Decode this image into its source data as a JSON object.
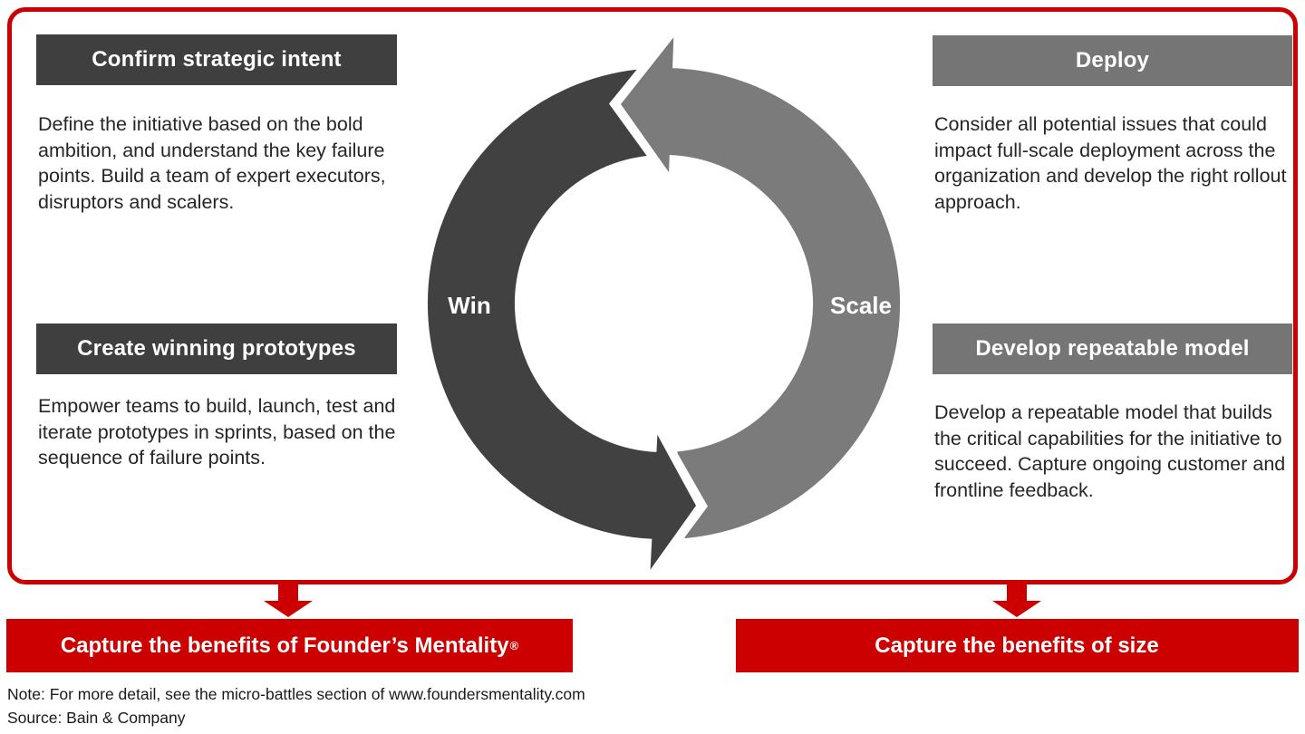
{
  "colors": {
    "red": "#cc0000",
    "bar_dark": "#3f3f3f",
    "bar_gray": "#757575",
    "arc_dark": "#414141",
    "arc_gray": "#7b7b7b",
    "body_text": "#262626"
  },
  "panels": {
    "left": [
      {
        "title": "Confirm strategic intent",
        "body": "Define the initiative based on the bold ambition, and understand the key failure points. Build a team of expert executors, disruptors and scalers."
      },
      {
        "title": "Create winning prototypes",
        "body": "Empower teams to build, launch, test and iterate prototypes in sprints, based on the sequence of failure points."
      }
    ],
    "right": [
      {
        "title": "Deploy",
        "body": "Consider all potential issues that could impact full-scale deployment across the organization and develop the right rollout approach."
      },
      {
        "title": "Develop repeatable model",
        "body": "Develop a repeatable model that builds the critical capabilities for the initiative to succeed. Capture ongoing customer and frontline feedback."
      }
    ]
  },
  "cycle": {
    "left_label": "Win",
    "right_label": "Scale"
  },
  "banners": [
    {
      "label": "Capture the benefits of Founder’s Mentality",
      "suffix": "®"
    },
    {
      "label": "Capture the benefits of size",
      "suffix": ""
    }
  ],
  "footer": {
    "note": "Note: For more detail, see the micro-battles section of www.foundersmentality.com",
    "source": "Source: Bain & Company"
  }
}
